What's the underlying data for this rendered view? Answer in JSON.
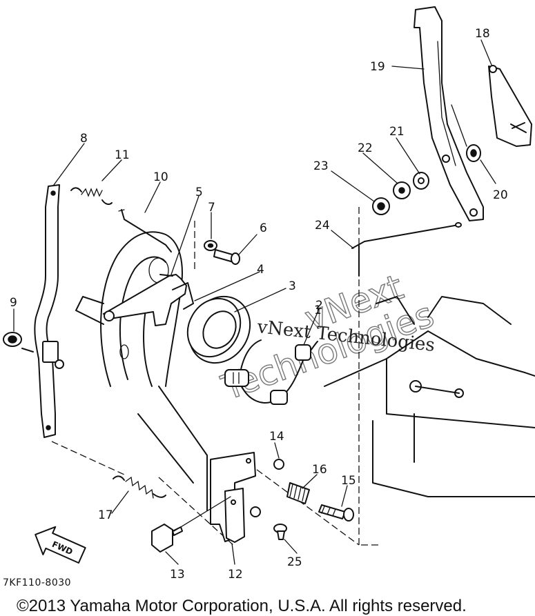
{
  "diagram": {
    "callouts": [
      "1",
      "2",
      "3",
      "4",
      "5",
      "6",
      "7",
      "8",
      "9",
      "10",
      "11",
      "12",
      "13",
      "14",
      "15",
      "16",
      "17",
      "18",
      "19",
      "20",
      "21",
      "22",
      "23",
      "24",
      "25"
    ],
    "fwd_label": "FWD",
    "part_code": "7KF110-8030",
    "watermark_line1": "vNext Technologies",
    "watermark_line2": "vNext",
    "watermark_line3": "Technologies",
    "copyright": "©2013 Yamaha Motor Corporation, U.S.A. All rights reserved."
  }
}
